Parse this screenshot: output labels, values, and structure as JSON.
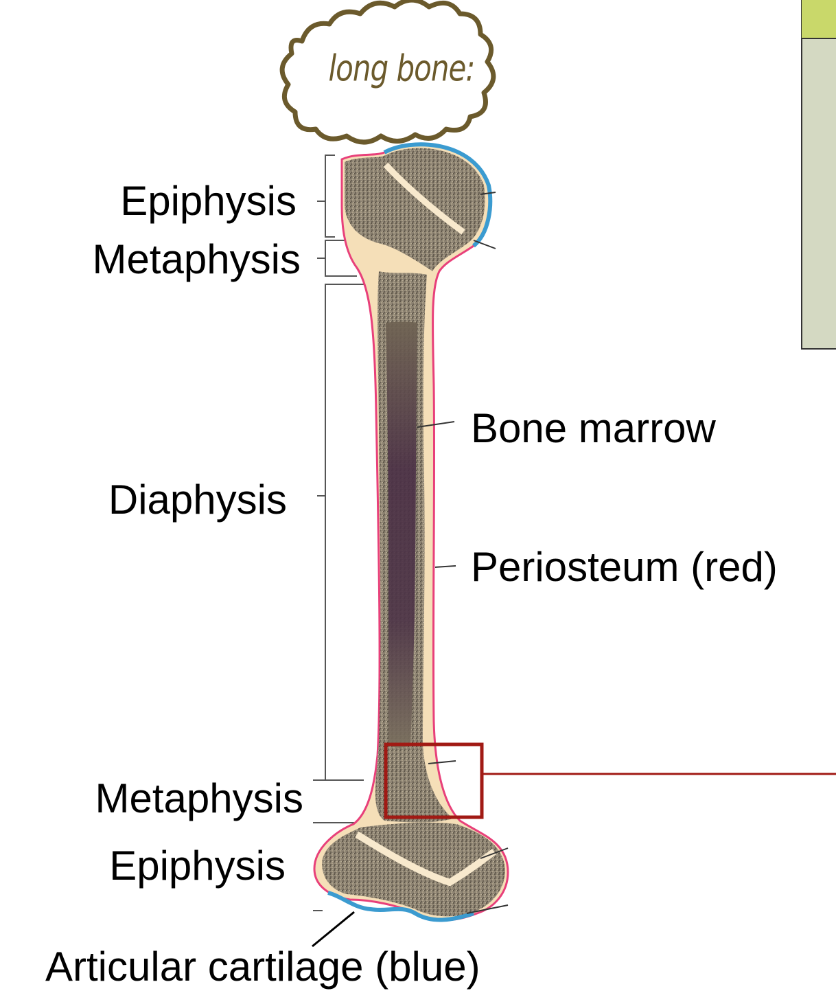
{
  "title": "long bone:",
  "labels": {
    "epiphysis_top": "Epiphysis",
    "metaphysis_top": "Metaphysis",
    "diaphysis": "Diaphysis",
    "metaphysis_bottom": "Metaphysis",
    "epiphysis_bottom": "Epiphysis",
    "bone_marrow": "Bone marrow",
    "periosteum": "Periosteum (red)",
    "articular_cartilage": "Articular cartilage (blue)"
  },
  "colors": {
    "title_outline": "#6b5a2c",
    "periosteum": "#e8407a",
    "cartilage": "#3b9bd0",
    "bone_tan": "#f5dfb8",
    "spongy_bone": "#8c8070",
    "marrow": "#4b2e45",
    "highlight_box": "#a11a14",
    "panel_green": "#d4d9c2",
    "panel_tab": "#c9d86a"
  }
}
